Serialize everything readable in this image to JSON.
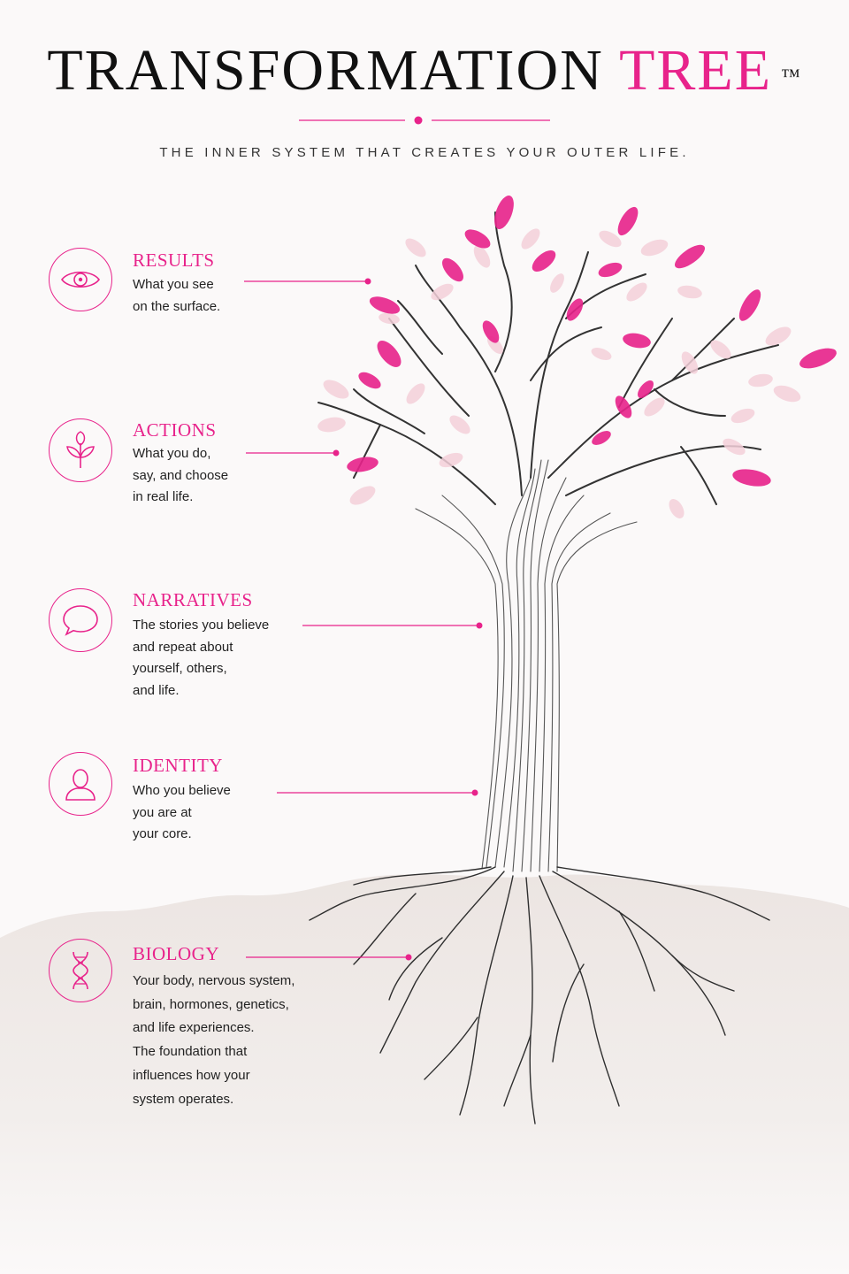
{
  "header": {
    "title_main": "TRANSFORMATION",
    "title_accent": "TREE",
    "trademark": "™",
    "subtitle": "THE INNER SYSTEM THAT CREATES YOUR OUTER LIFE."
  },
  "colors": {
    "accent": "#e8238b",
    "leaf_light": "#f2c6d3",
    "ground": "#efe9e6",
    "ink": "#222222"
  },
  "layers": [
    {
      "icon": "eye-icon",
      "title": "RESULTS",
      "lines": [
        "What you see",
        "on the surface."
      ]
    },
    {
      "icon": "sprout-icon",
      "title": "ACTIONS",
      "lines": [
        "What you do,",
        "say, and choose",
        "in real life."
      ]
    },
    {
      "icon": "speech-bubble-icon",
      "title": "NARRATIVES",
      "lines": [
        "The stories you believe",
        "and repeat about",
        "yourself, others,",
        "and life."
      ]
    },
    {
      "icon": "person-icon",
      "title": "IDENTITY",
      "lines": [
        "Who you believe",
        "you are at",
        "your core."
      ]
    },
    {
      "icon": "dna-icon",
      "title": "BIOLOGY",
      "lines": [
        "Your body, nervous system,",
        "brain, hormones, genetics,",
        "and life experiences.",
        "The foundation that",
        "influences how your",
        "system operates."
      ]
    }
  ]
}
